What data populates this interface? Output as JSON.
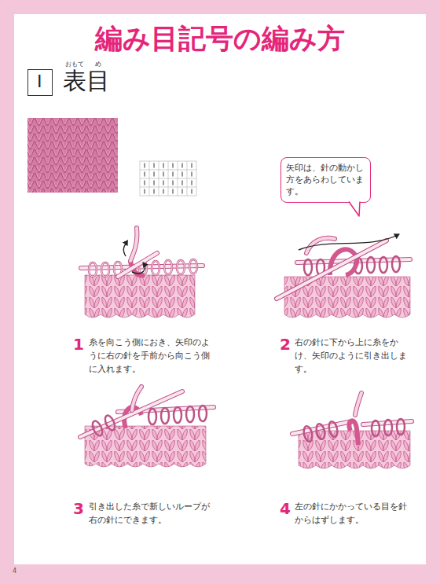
{
  "diagram": {
    "title": "編み目記号の編み方",
    "nodes": [
      {
        "text": [
          "I"
        ]
      },
      {
        "text": [
          "矢印は、針の動かし方をあらわしています。"
        ]
      }
    ],
    "labels": [
      "おもて",
      "め",
      "表目",
      "1",
      "糸を向こう側におき、矢印のように右の針を手前から向こう側に入れます。",
      "2",
      "右の針に下から上に糸をかけ、矢印のように引き出します。",
      "3",
      "引き出した糸で新しいループが右の針にできます。",
      "4",
      "左の針にかかっている目を針からはずします。",
      "4"
    ]
  }
}
